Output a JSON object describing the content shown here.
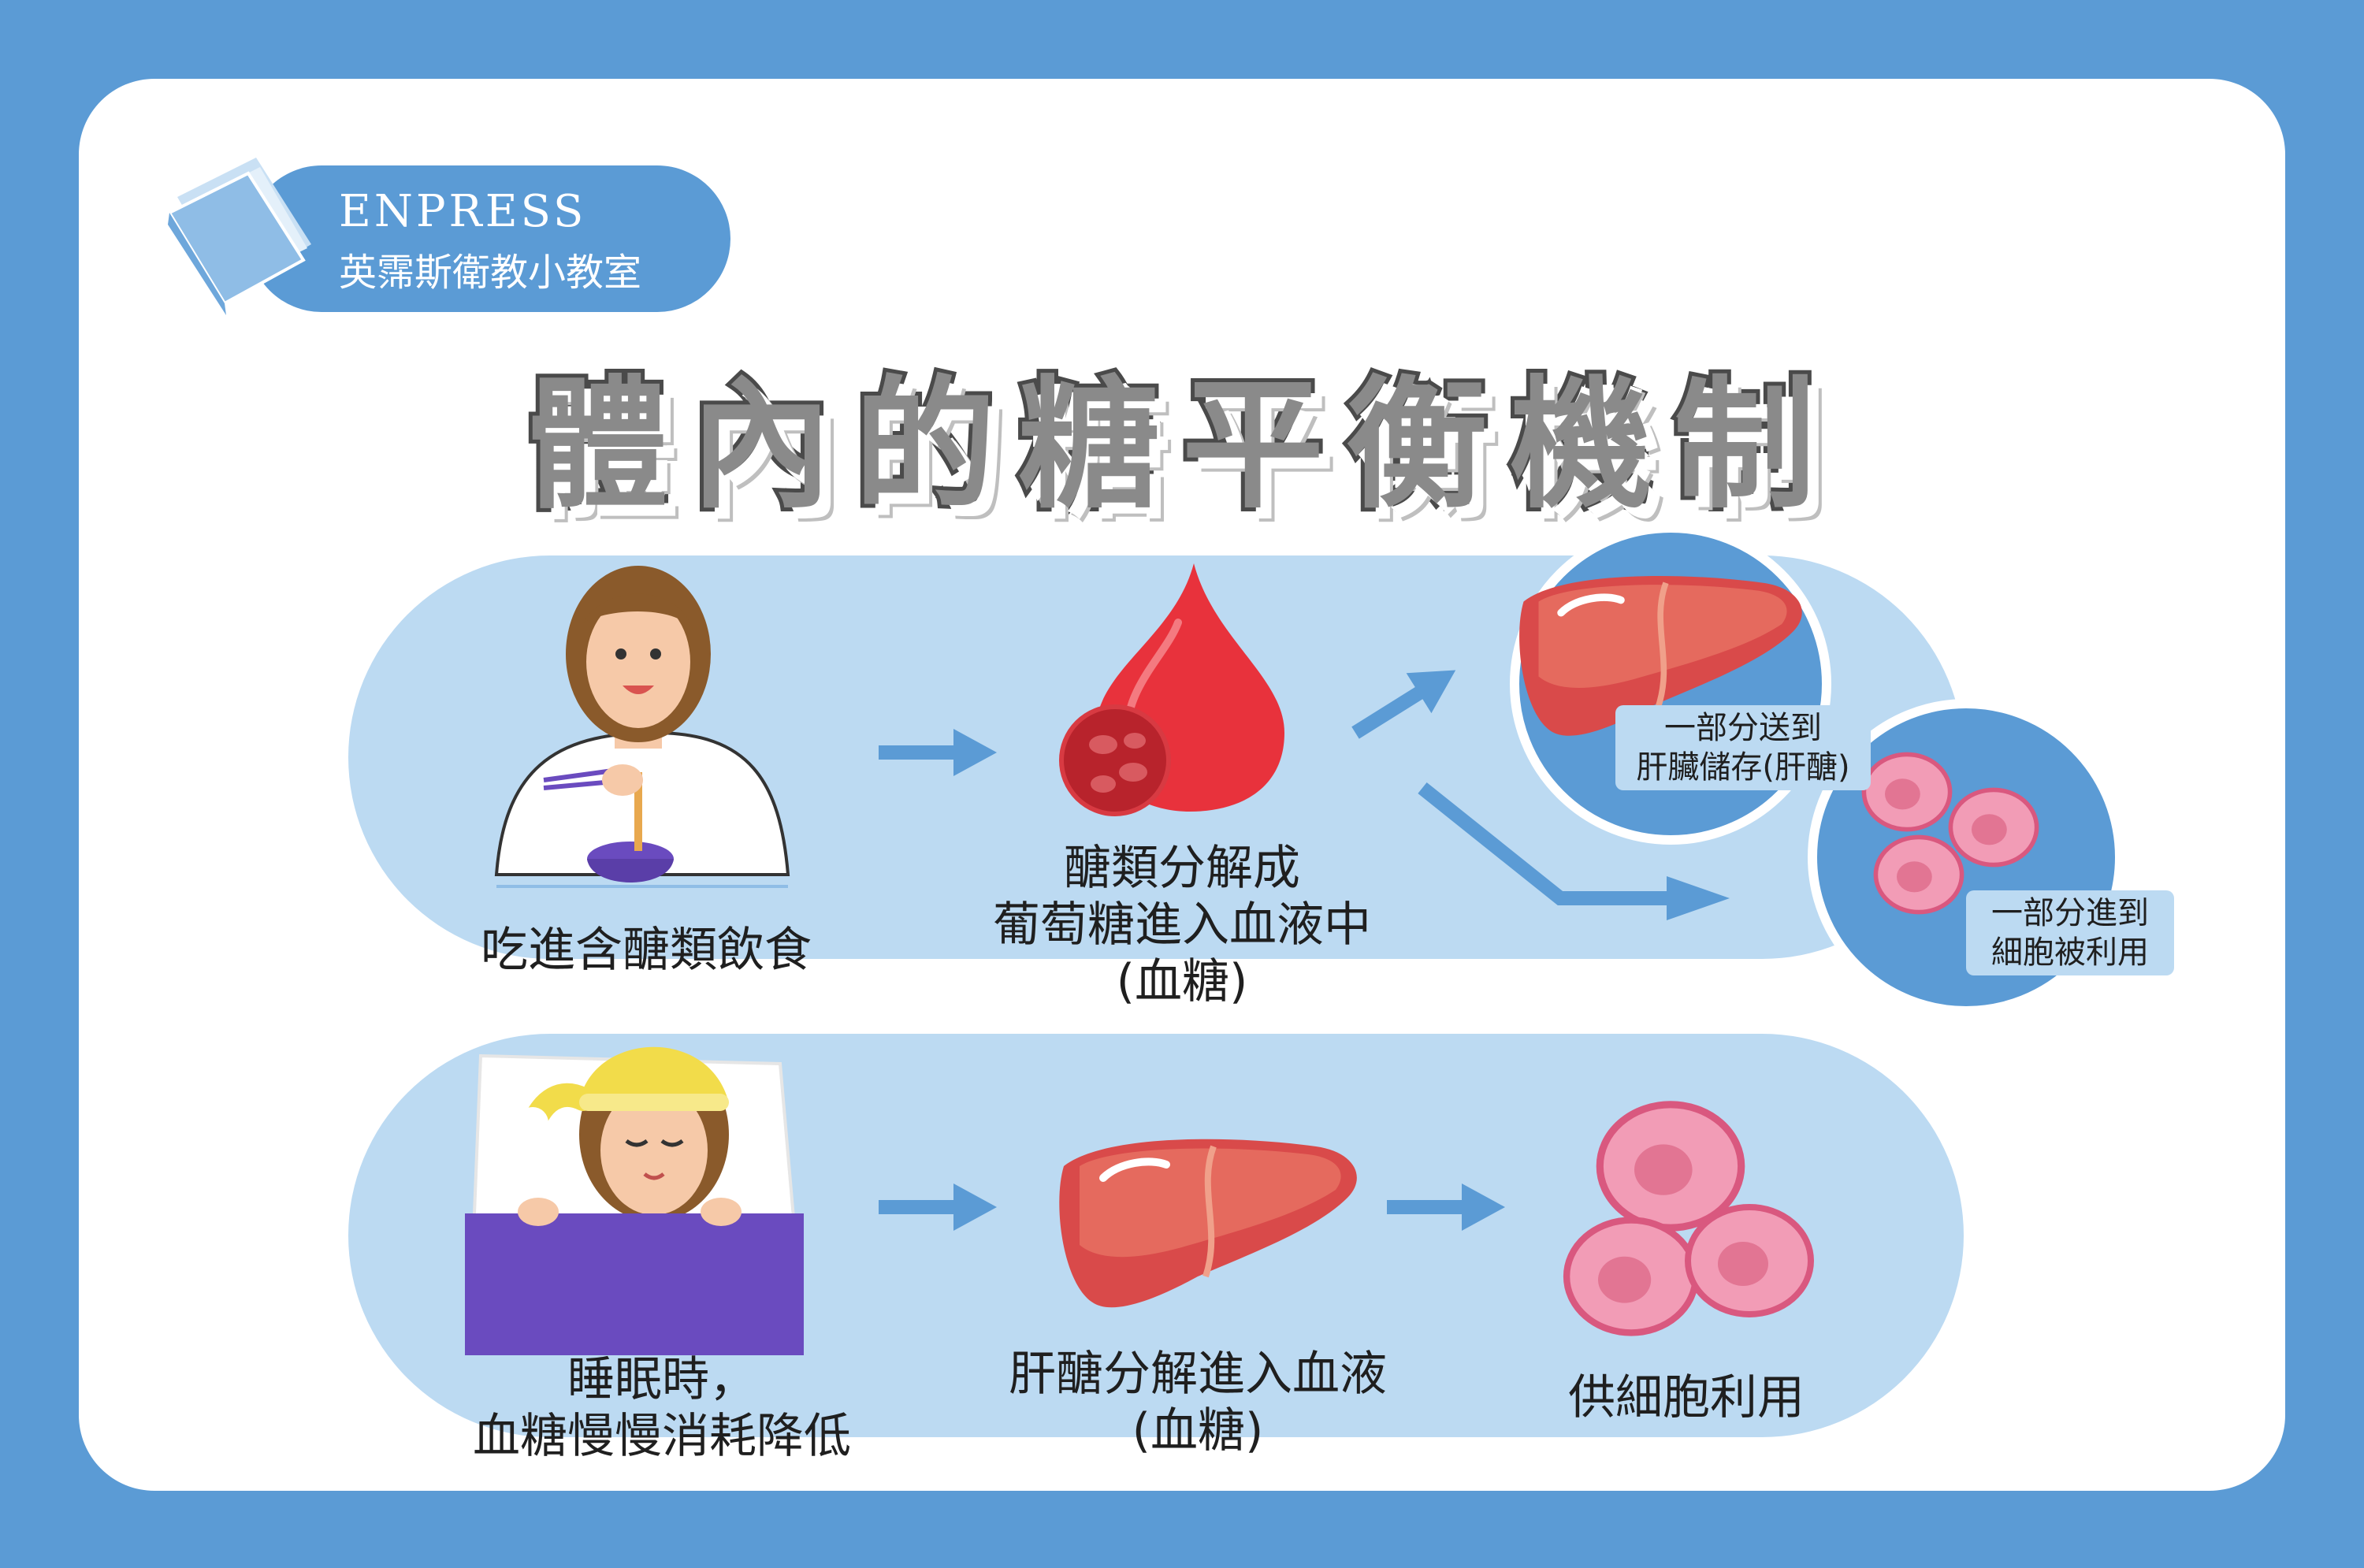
{
  "brand": {
    "name_en": "ENPRESS",
    "name_zh": "英霈斯衛教小教室"
  },
  "title": "體內的糖平衡機制",
  "row1": {
    "eat_label": "吃進含醣類飲食",
    "carb_label_lines": [
      "醣類分解成",
      "葡萄糖進入血液中",
      "(血糖)"
    ],
    "liver_tag_lines": [
      "一部分送到",
      "肝臟儲存(肝醣)"
    ],
    "cell_tag_lines": [
      "一部分進到",
      "細胞被利用"
    ]
  },
  "row2": {
    "sleep_label_lines": [
      "睡眠時，",
      "血糖慢慢消耗降低"
    ],
    "glycogen_label_lines": [
      "肝醣分解進入血液",
      "(血糖)"
    ],
    "cells_label": "供細胞利用"
  },
  "colors": {
    "frame": "#5b9bd5",
    "band": "#bcdaf2",
    "liver": "#d94a4a",
    "blood": "#e8323c",
    "cell": "#f29cb6",
    "arrow": "#5b9bd5",
    "blanket": "#6a4bbf",
    "nightcap": "#f2dc4a"
  },
  "icons": [
    "book-icon",
    "woman-eating-icon",
    "blood-drop-icon",
    "liver-icon",
    "cell-icon",
    "woman-sleeping-icon",
    "arrow-icon"
  ]
}
